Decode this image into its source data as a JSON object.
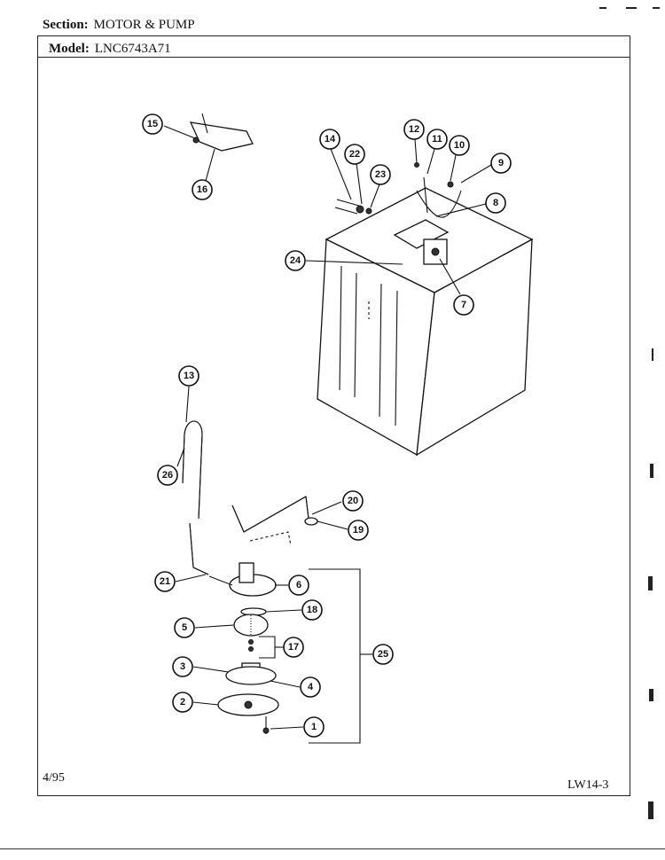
{
  "header": {
    "section_label": "Section:",
    "section_value": "MOTOR & PUMP",
    "model_label": "Model:",
    "model_value": "LNC6743A71"
  },
  "footer": {
    "date_code": "4/95",
    "page_code": "LW14-3"
  },
  "callouts": [
    "1",
    "2",
    "3",
    "4",
    "5",
    "6",
    "7",
    "8",
    "9",
    "10",
    "11",
    "12",
    "13",
    "14",
    "15",
    "16",
    "17",
    "18",
    "19",
    "20",
    "21",
    "22",
    "23",
    "24",
    "25",
    "26"
  ]
}
